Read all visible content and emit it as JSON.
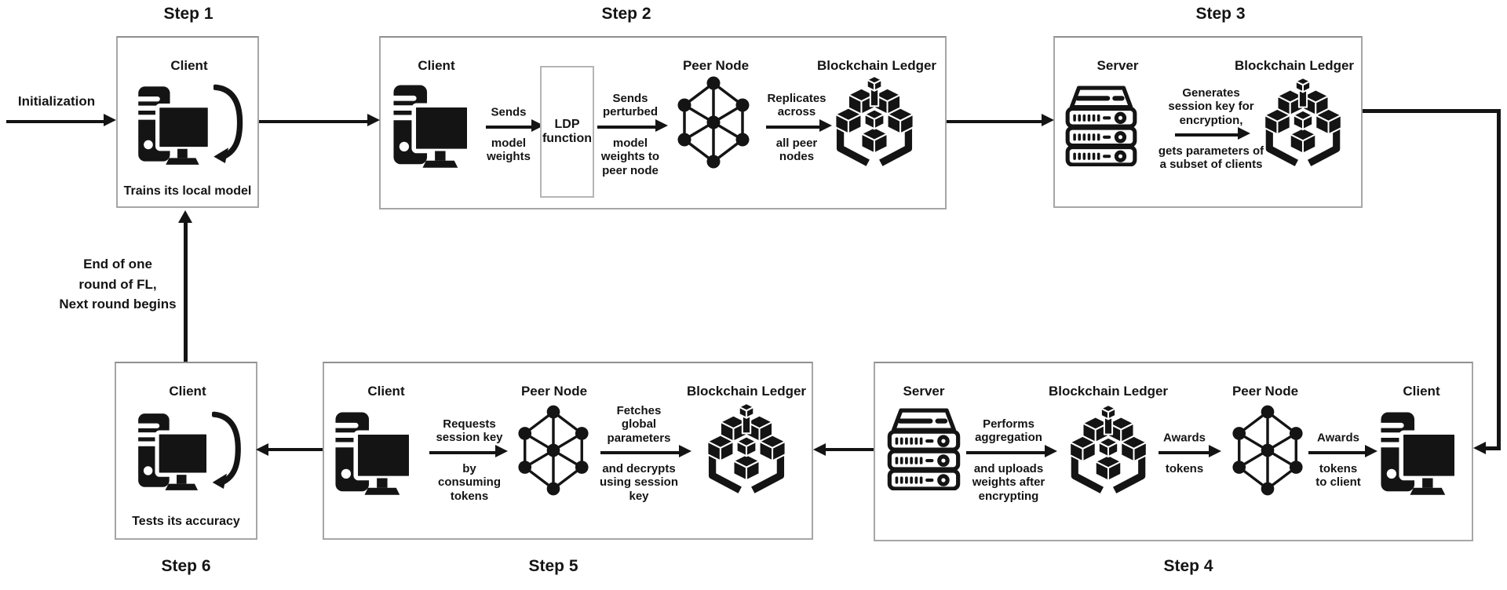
{
  "titles": {
    "step1": "Step 1",
    "step2": "Step 2",
    "step3": "Step 3",
    "step4": "Step 4",
    "step5": "Step 5",
    "step6": "Step 6"
  },
  "entities": {
    "client": "Client",
    "peer_node": "Peer Node",
    "blockchain_ledger": "Blockchain Ledger",
    "server": "Server"
  },
  "captions": {
    "step1": "Trains its local model",
    "step6": "Tests its accuracy"
  },
  "ldp": {
    "label": "LDP\nfunction"
  },
  "flows": {
    "initialization": "Initialization",
    "end_of_round": "End of one\nround of FL,\nNext round begins",
    "s2_sends_above": "Sends",
    "s2_sends_below": "model\nweights",
    "s2_perturbed_above": "Sends\nperturbed",
    "s2_perturbed_below": "model\nweights to\npeer node",
    "s2_replicates_above": "Replicates\nacross",
    "s2_replicates_below": "all peer\nnodes",
    "s3_generates_above": "Generates\nsession key for\nencryption,",
    "s3_generates_below": "gets parameters of\na subset of clients",
    "s4_aggregation_above": "Performs\naggregation",
    "s4_aggregation_below": "and uploads\nweights after\nencrypting",
    "s4_awards_above": "Awards",
    "s4_awards_below": "tokens",
    "s4_awards_client_above": "Awards",
    "s4_awards_client_below": "tokens\nto client",
    "s5_requests_above": "Requests\nsession key",
    "s5_requests_below": "by\nconsuming\ntokens",
    "s5_fetches_above": "Fetches\nglobal\nparameters",
    "s5_fetches_below": "and decrypts\nusing session\nkey"
  },
  "icons": {
    "client": "desktop-computer-icon",
    "peer_node": "network-nodes-icon",
    "blockchain_ledger": "blockchain-cubes-icon",
    "server": "server-rack-icon",
    "loop": "retrain-loop-arrow-icon"
  },
  "colors": {
    "ink": "#141414",
    "panel_border": "#a6a6a6",
    "background": "#ffffff"
  }
}
